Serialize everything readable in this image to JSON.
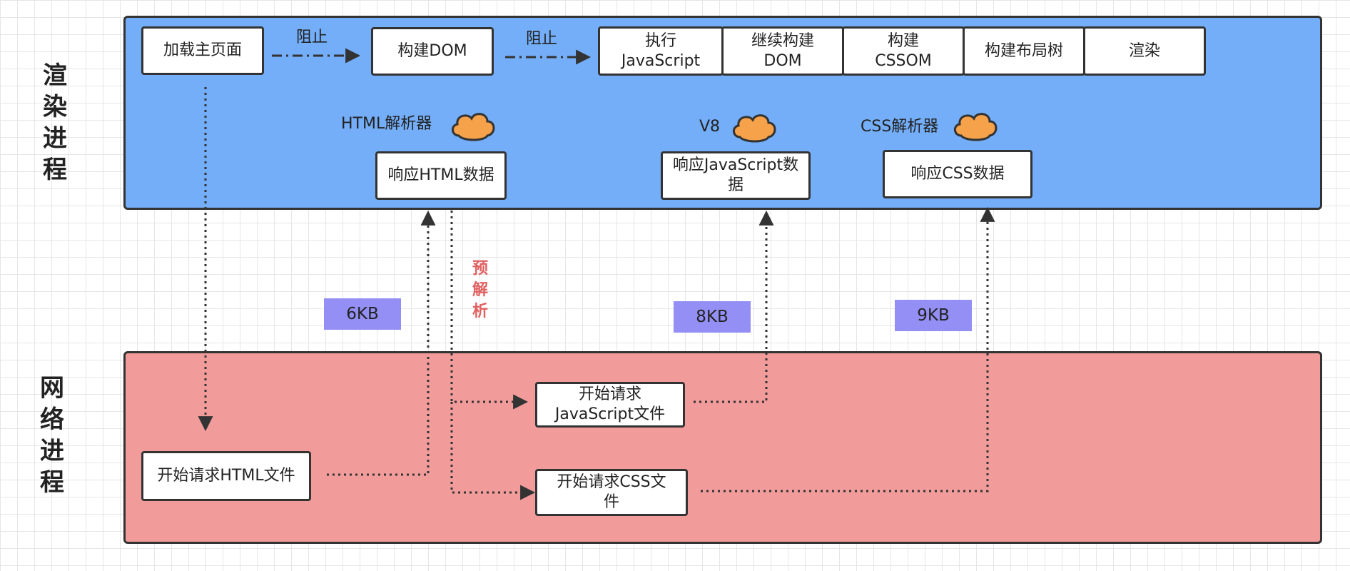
{
  "render_process": {
    "title": "渲染进程",
    "steps": [
      "加载主页面",
      "构建DOM",
      "执行JavaScript",
      "继续构建DOM",
      "构建CSSOM",
      "构建布局树",
      "渲染"
    ],
    "block_labels": [
      "阻止",
      "阻止"
    ],
    "parsers": {
      "html": "HTML解析器",
      "v8": "V8",
      "css": "CSS解析器"
    },
    "responses": {
      "html": "响应HTML数据",
      "js": "响应JavaScript数据",
      "css": "响应CSS数据"
    }
  },
  "network_process": {
    "title": "网络进程",
    "requests": {
      "html": "开始请求HTML文件",
      "js": "开始请求JavaScript文件",
      "css": "开始请求CSS文件"
    }
  },
  "sizes": [
    "6KB",
    "8KB",
    "9KB"
  ],
  "prefetch_label": "预解析",
  "colors": {
    "render_lane": "#74aef8",
    "network_lane": "#f19c9b",
    "size_tag": "#938ff5",
    "cloud": "#f5a24a",
    "prefetch_text": "#e06060"
  }
}
